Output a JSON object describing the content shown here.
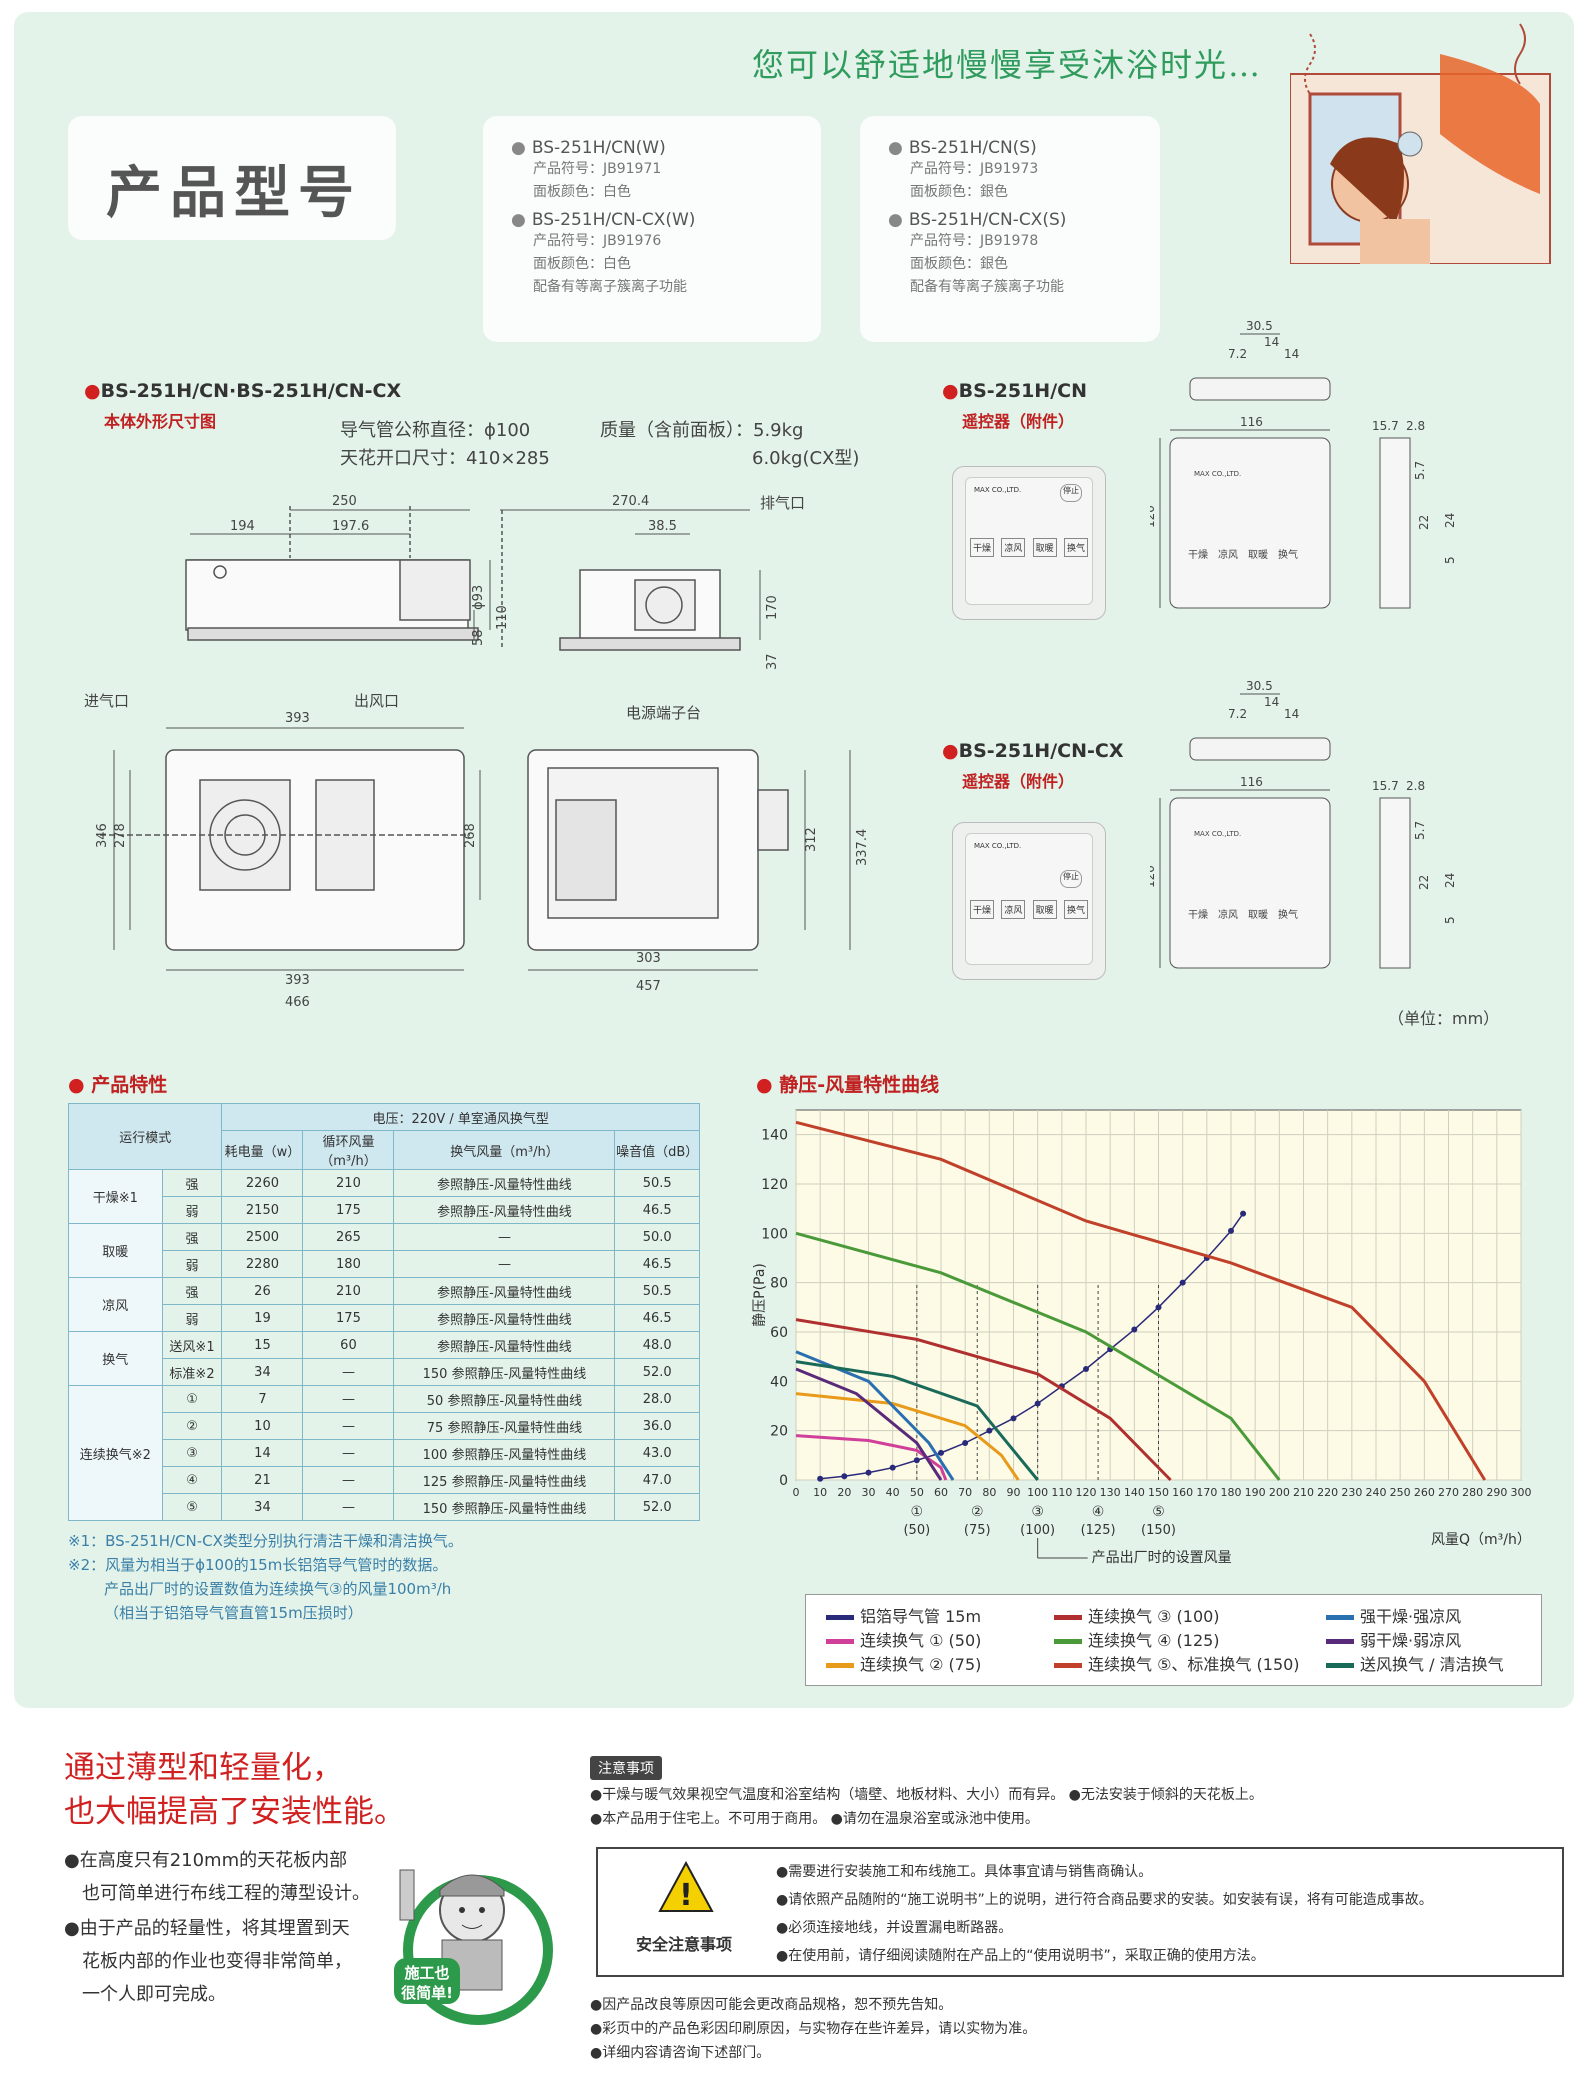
{
  "tagline": "您可以舒适地慢慢享受沐浴时光…",
  "page_title": "产品型号",
  "models_left": [
    {
      "model": "BS-251H/CN(W)",
      "lines": [
        "产品符号：JB91971",
        "面板颜色：白色"
      ]
    },
    {
      "model": "BS-251H/CN-CX(W)",
      "lines": [
        "产品符号：JB91976",
        "面板颜色：白色",
        "配备有等离子簇离子功能"
      ]
    }
  ],
  "models_right": [
    {
      "model": "BS-251H/CN(S)",
      "lines": [
        "产品符号：JB91973",
        "面板颜色：銀色"
      ]
    },
    {
      "model": "BS-251H/CN-CX(S)",
      "lines": [
        "产品符号：JB91978",
        "面板颜色：銀色",
        "配备有等离子簇离子功能"
      ]
    }
  ],
  "dim_section": {
    "title": "BS-251H/CN·BS-251H/CN-CX",
    "subtitle": "本体外形尺寸图",
    "spec1": "导气管公称直径：ϕ100",
    "spec2": "天花开口尺寸：410×285",
    "spec3": "质量（含前面板）：5.9kg",
    "spec4": "6.0kg(CX型)",
    "labels": {
      "d250": "250",
      "d194": "194",
      "d197_6": "197.6",
      "d93": "ϕ93",
      "d58": "58",
      "d110": "110",
      "d270_4": "270.4",
      "d38_5": "38.5",
      "exhaust": "排气口",
      "d170": "170",
      "d37": "37",
      "inlet": "进气口",
      "outlet": "出风口",
      "d393a": "393",
      "d346": "346",
      "d278": "278",
      "d268": "268",
      "d393b": "393",
      "d466": "466",
      "terminal": "电源端子台",
      "d312": "312",
      "d337_4": "337.4",
      "d303": "303",
      "d457": "457"
    }
  },
  "remote1": {
    "title": "BS-251H/CN",
    "subtitle": "遥控器（附件）"
  },
  "remote2": {
    "title": "BS-251H/CN-CX",
    "subtitle": "遥控器（附件）"
  },
  "remote_dims": {
    "w30_5": "30.5",
    "w14a": "14",
    "w14b": "14",
    "w7_2": "7.2",
    "w116": "116",
    "h120": "120",
    "d15_7": "15.7",
    "d2_8": "2.8",
    "d5_7": "5.7",
    "d22": "22",
    "d24": "24",
    "d5": "5"
  },
  "remote_buttons": [
    "干燥",
    "凉风",
    "取暖",
    "换气"
  ],
  "remote_brand": "MAX CO.,LTD.",
  "remote_stop": "停止",
  "unit_note": "（单位：mm）",
  "features": {
    "title": "产品特性",
    "voltage_header": "电压：220V / 单室通风换气型",
    "col_mode": "运行模式",
    "col_power": "耗电量（w）",
    "col_circ": "循环风量（m³/h）",
    "col_vent": "换气风量（m³/h）",
    "col_noise": "噪音值（dB）",
    "rows": [
      {
        "group": "干燥※1",
        "sub": "强",
        "power": "2260",
        "circ": "210",
        "vent": "参照静压-风量特性曲线",
        "noise": "50.5"
      },
      {
        "group": "",
        "sub": "弱",
        "power": "2150",
        "circ": "175",
        "vent": "参照静压-风量特性曲线",
        "noise": "46.5"
      },
      {
        "group": "取暖",
        "sub": "强",
        "power": "2500",
        "circ": "265",
        "vent": "—",
        "noise": "50.0"
      },
      {
        "group": "",
        "sub": "弱",
        "power": "2280",
        "circ": "180",
        "vent": "—",
        "noise": "46.5"
      },
      {
        "group": "凉风",
        "sub": "强",
        "power": "26",
        "circ": "210",
        "vent": "参照静压-风量特性曲线",
        "noise": "50.5"
      },
      {
        "group": "",
        "sub": "弱",
        "power": "19",
        "circ": "175",
        "vent": "参照静压-风量特性曲线",
        "noise": "46.5"
      },
      {
        "group": "换气",
        "sub": "送风※1",
        "power": "15",
        "circ": "60",
        "vent": "参照静压-风量特性曲线",
        "noise": "48.0"
      },
      {
        "group": "",
        "sub": "标准※2",
        "power": "34",
        "circ": "—",
        "vent": "150 参照静压-风量特性曲线",
        "noise": "52.0"
      },
      {
        "group": "连续换气※2",
        "sub": "①",
        "power": "7",
        "circ": "—",
        "vent": "50 参照静压-风量特性曲线",
        "noise": "28.0"
      },
      {
        "group": "",
        "sub": "②",
        "power": "10",
        "circ": "—",
        "vent": "75 参照静压-风量特性曲线",
        "noise": "36.0"
      },
      {
        "group": "",
        "sub": "③",
        "power": "14",
        "circ": "—",
        "vent": "100 参照静压-风量特性曲线",
        "noise": "43.0"
      },
      {
        "group": "",
        "sub": "④",
        "power": "21",
        "circ": "—",
        "vent": "125 参照静压-风量特性曲线",
        "noise": "47.0"
      },
      {
        "group": "",
        "sub": "⑤",
        "power": "34",
        "circ": "—",
        "vent": "150 参照静压-风量特性曲线",
        "noise": "52.0"
      }
    ],
    "notes": [
      "※1：BS-251H/CN-CX类型分别执行清洁干燥和清洁换气。",
      "※2：风量为相当于ϕ100的15m长铝箔导气管时的数据。",
      "产品出厂时的设置数值为连续换气③的风量100m³/h",
      "（相当于铝箔导气管直管15m压损时）"
    ]
  },
  "chart_title": "静压-风量特性曲线",
  "chart_data": {
    "type": "line",
    "xlabel": "风量Q（m³/h）",
    "ylabel": "静压P(Pa)",
    "xlim": [
      0,
      300
    ],
    "ylim": [
      0,
      150
    ],
    "xticks": [
      "0",
      "10",
      "20",
      "30",
      "40",
      "50",
      "60",
      "70",
      "80",
      "90",
      "100",
      "110",
      "120",
      "130",
      "140",
      "150",
      "160",
      "170",
      "180",
      "190",
      "200",
      "210",
      "220",
      "230",
      "240",
      "250",
      "260",
      "270",
      "280",
      "290",
      "300"
    ],
    "yticks": [
      "0",
      "20",
      "40",
      "60",
      "80",
      "100",
      "120",
      "140"
    ],
    "markers": [
      {
        "x": 50,
        "sym": "①",
        "label": "(50)"
      },
      {
        "x": 75,
        "sym": "②",
        "label": "(75)"
      },
      {
        "x": 100,
        "sym": "③",
        "label": "(100)"
      },
      {
        "x": 125,
        "sym": "④",
        "label": "(125)"
      },
      {
        "x": 150,
        "sym": "⑤",
        "label": "(150)"
      }
    ],
    "factory_note": "产品出厂时的设置风量",
    "series": [
      {
        "name": "铝箔导气管 15m",
        "color": "#2a2a7a",
        "dots": true,
        "x": [
          10,
          20,
          30,
          40,
          50,
          60,
          70,
          80,
          90,
          100,
          110,
          120,
          130,
          140,
          150,
          160,
          170,
          180,
          185
        ],
        "y": [
          0.5,
          1.5,
          3,
          5,
          8,
          11,
          15,
          20,
          25,
          31,
          38,
          45,
          53,
          61,
          70,
          80,
          90,
          101,
          108
        ]
      },
      {
        "name": "连续换气 ① (50)",
        "color": "#d0409a",
        "x": [
          0,
          30,
          50,
          60,
          62
        ],
        "y": [
          18,
          16,
          12,
          5,
          0
        ]
      },
      {
        "name": "连续换气 ② (75)",
        "color": "#e89a1a",
        "x": [
          0,
          40,
          70,
          85,
          92
        ],
        "y": [
          35,
          31,
          22,
          10,
          0
        ]
      },
      {
        "name": "连续换气 ③ (100)",
        "color": "#b03030",
        "x": [
          0,
          50,
          100,
          130,
          155
        ],
        "y": [
          65,
          57,
          43,
          25,
          0
        ]
      },
      {
        "name": "连续换气 ④ (125)",
        "color": "#4a9a3a",
        "x": [
          0,
          60,
          120,
          180,
          200
        ],
        "y": [
          100,
          84,
          60,
          25,
          0
        ]
      },
      {
        "name": "连续换气 ⑤、标准换气 (150)",
        "color": "#c0402a",
        "x": [
          0,
          60,
          120,
          180,
          230,
          260,
          285
        ],
        "y": [
          145,
          130,
          105,
          88,
          70,
          40,
          0
        ]
      },
      {
        "name": "强干燥·强凉风",
        "color": "#2a70b0",
        "x": [
          0,
          30,
          55,
          65
        ],
        "y": [
          52,
          40,
          15,
          0
        ]
      },
      {
        "name": "弱干燥·弱凉风",
        "color": "#5a2a7a",
        "x": [
          0,
          25,
          50,
          60
        ],
        "y": [
          45,
          35,
          15,
          0
        ]
      },
      {
        "name": "送风换气 / 清洁换气",
        "color": "#1a6a5a",
        "x": [
          0,
          40,
          75,
          90,
          100
        ],
        "y": [
          48,
          42,
          30,
          12,
          0
        ]
      }
    ]
  },
  "bottom": {
    "headline1": "通过薄型和轻量化，",
    "headline2": "也大幅提高了安装性能。",
    "bullet1a": "●在高度只有210mm的天花板内部",
    "bullet1b": "也可简单进行布线工程的薄型设计。",
    "bullet2a": "●由于产品的轻量性，将其埋置到天",
    "bullet2b": "花板内部的作业也变得非常简单，",
    "bullet2c": "一个人即可完成。",
    "badge1": "施工也",
    "badge2": "很简单!",
    "notice_tag": "注意事项",
    "notice1": "●干燥与暖气效果视空气温度和浴室结构（墙壁、地板材料、大小）而有异。  ●无法安装于倾斜的天花板上。",
    "notice2": "●本产品用于住宅上。不可用于商用。  ●请勿在温泉浴室或泳池中使用。",
    "safety_label": "安全注意事项",
    "safety_mark": "!",
    "safety1": "●需要进行安装施工和布线施工。具体事宜请与销售商确认。",
    "safety2": "●请依照产品随附的“施工说明书”上的说明，进行符合商品要求的安装。如安装有误，将有可能造成事故。",
    "safety3": "●必须连接地线，并设置漏电断路器。",
    "safety4": "●在使用前，请仔细阅读随附在产品上的“使用说明书”，采取正确的使用方法。",
    "foot1": "●因产品改良等原因可能会更改商品规格，恕不预先告知。",
    "foot2": "●彩页中的产品色彩因印刷原因，与实物存在些许差异，请以实物为准。",
    "foot3": "●详细内容请咨询下述部门。"
  }
}
